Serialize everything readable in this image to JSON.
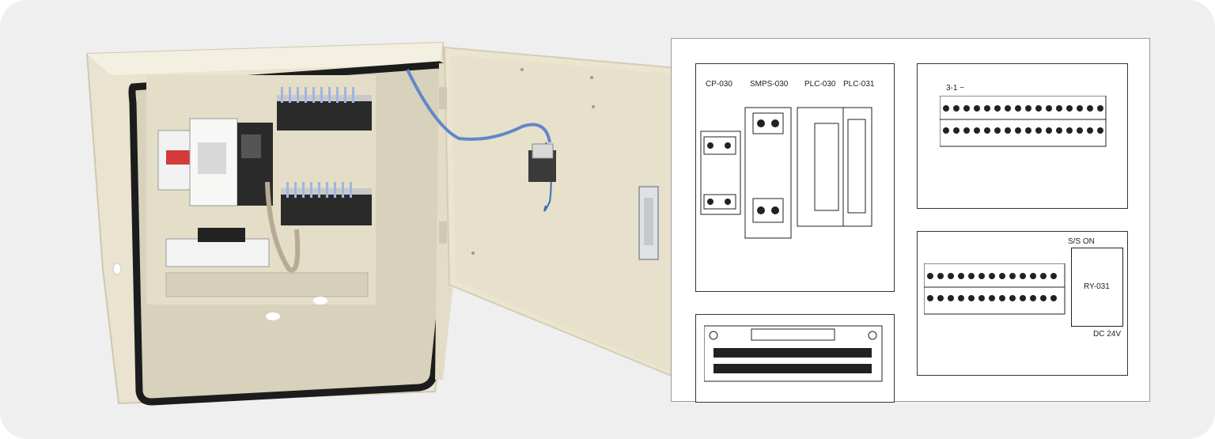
{
  "drawing": {
    "labels": {
      "cp": "CP-030",
      "smps": "SMPS-030",
      "plc030": "PLC-030",
      "plc031": "PLC-031",
      "terminal": "3-1 ~",
      "ss_on": "S/S ON",
      "relay": "RY-031",
      "dc": "DC 24V"
    }
  },
  "colors": {
    "background": "#efefef",
    "enclosure": "#ece7d4",
    "gasket": "#1c1c1c",
    "cable": "#5f88c8"
  }
}
